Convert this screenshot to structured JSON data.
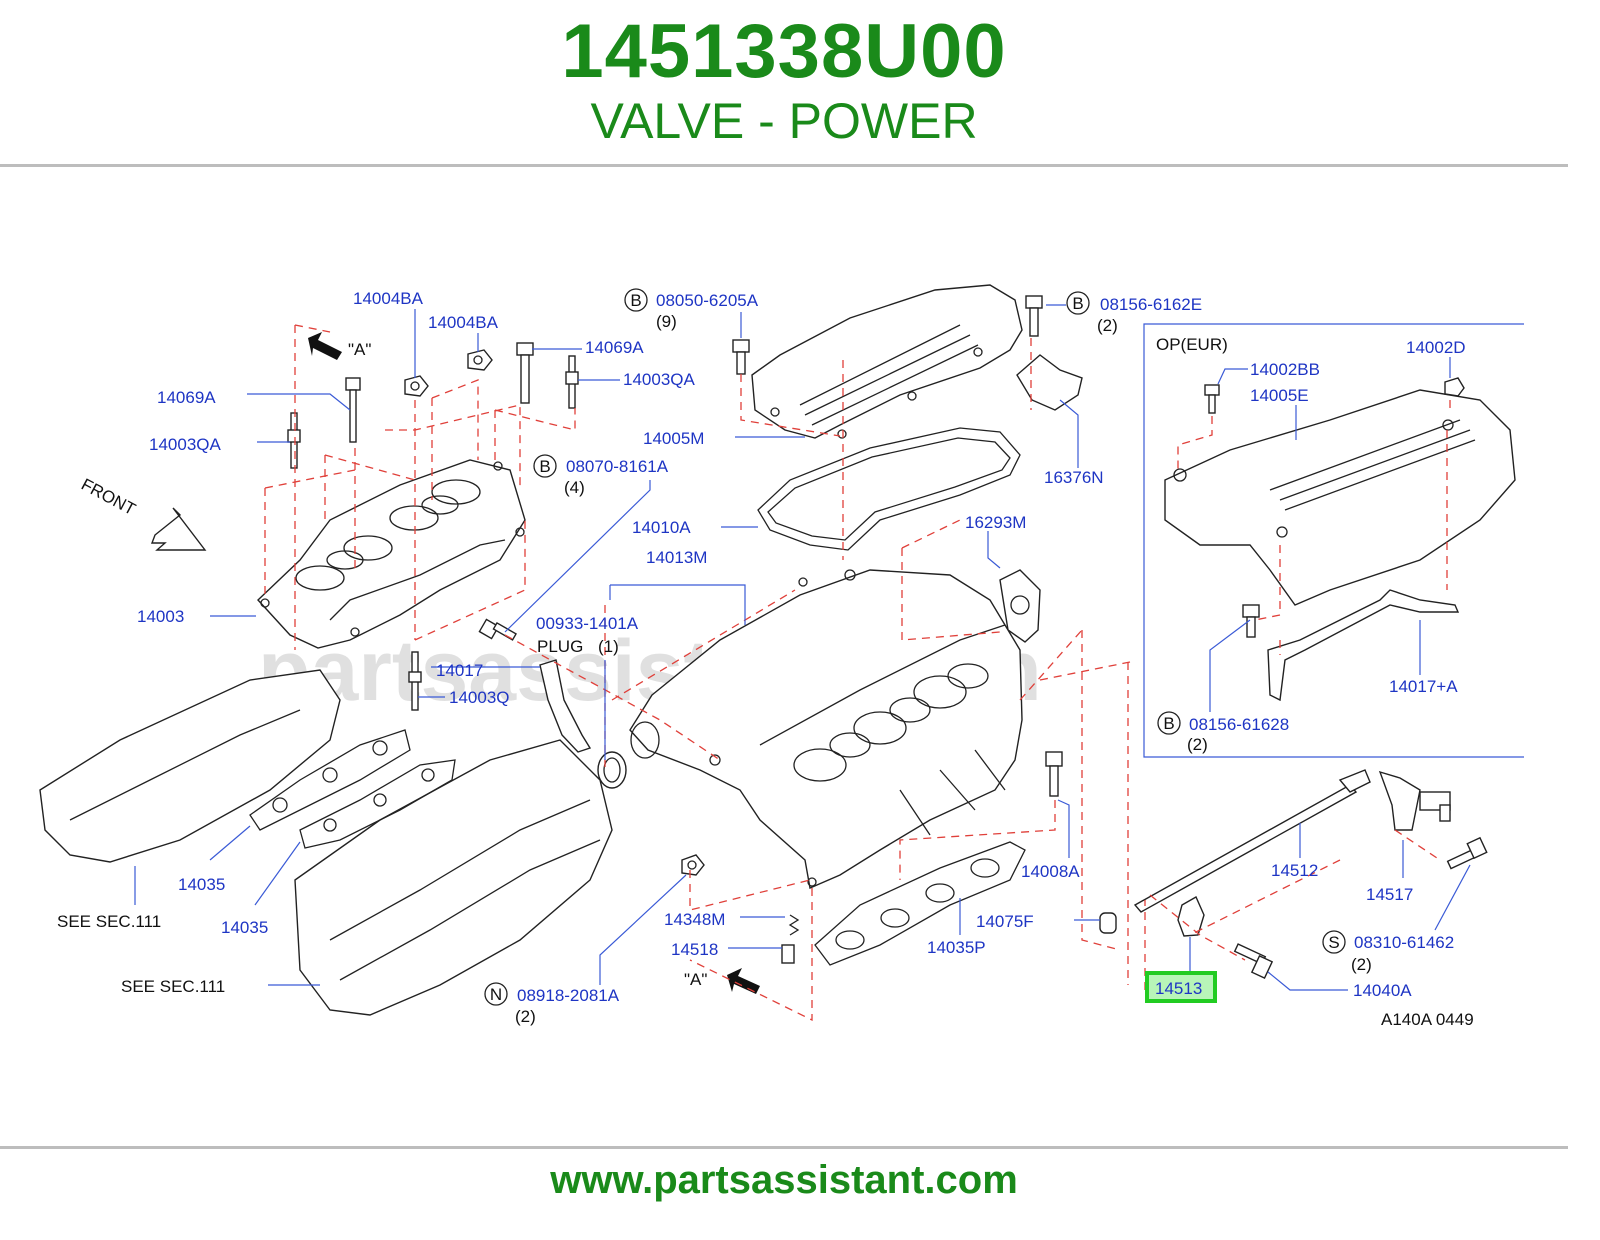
{
  "header": {
    "part_number": "1451338U00",
    "part_name": "VALVE - POWER"
  },
  "footer": {
    "url": "www.partsassistant.com"
  },
  "watermark": "partsassistant.com",
  "highlight_color": "#22cc22",
  "labels": {
    "l_14004BA_1": "14004BA",
    "l_14004BA_2": "14004BA",
    "l_14069A_1": "14069A",
    "l_14003QA_1": "14003QA",
    "l_14069A_2": "14069A",
    "l_14003QA_2": "14003QA",
    "l_A_1": "\"A\"",
    "l_front": "FRONT",
    "l_08050": "08050-6205A",
    "l_9": "(9)",
    "l_08156_6162E": "08156-6162E",
    "l_2a": "(2)",
    "l_14005M": "14005M",
    "l_08070": "08070-8161A",
    "l_4": "(4)",
    "l_16376N": "16376N",
    "l_14010A": "14010A",
    "l_14013M": "14013M",
    "l_16293M": "16293M",
    "l_14003": "14003",
    "l_00933": "00933-1401A",
    "l_plug": "PLUG",
    "l_1": "(1)",
    "l_14017": "14017",
    "l_14003Q": "14003Q",
    "l_14035_1": "14035",
    "l_14035_2": "14035",
    "l_see1": "SEE  SEC.111",
    "l_see2": "SEE  SEC.111",
    "l_14348M": "14348M",
    "l_14518": "14518",
    "l_A_2": "\"A\"",
    "l_08918": "08918-2081A",
    "l_2b": "(2)",
    "l_14008A": "14008A",
    "l_14075F": "14075F",
    "l_14035P": "14035P",
    "l_14512": "14512",
    "l_14517": "14517",
    "l_08310": "08310-61462",
    "l_2c": "(2)",
    "l_14513": "14513",
    "l_14040A": "14040A",
    "l_ref": "A140A  0449",
    "l_op": "OP(EUR)",
    "l_14002BB": "14002BB",
    "l_14002D": "14002D",
    "l_14005E": "14005E",
    "l_14017A": "14017+A",
    "l_08156_61628": "08156-61628",
    "l_2d": "(2)",
    "c_B1": "B",
    "c_B2": "B",
    "c_B3": "B",
    "c_B4": "B",
    "c_N": "N",
    "c_S": "S"
  }
}
